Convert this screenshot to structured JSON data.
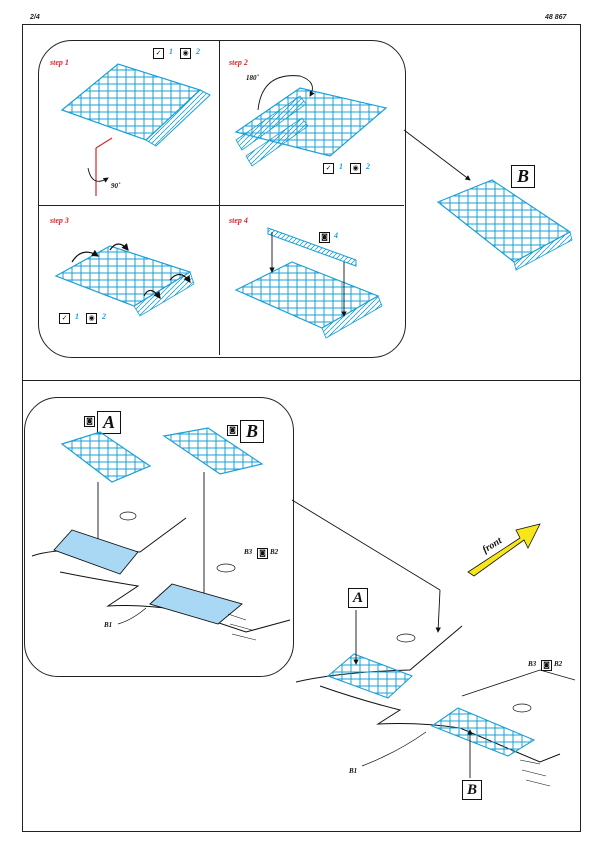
{
  "header": {
    "page_number": "2/4",
    "product_code": "48 867"
  },
  "steps": [
    {
      "label": "step 1"
    },
    {
      "label": "step 2",
      "angle": "180˚"
    },
    {
      "label": "step 3"
    },
    {
      "label": "step 4"
    }
  ],
  "step1_angle": "90˚",
  "icons": {
    "fold": "fold-icon",
    "bend": "bend-icon",
    "glue": "glue-icon"
  },
  "part_numbers": {
    "n1": "1",
    "n2": "2",
    "n4": "4"
  },
  "assembly_labels": {
    "a": "A",
    "b": "B"
  },
  "callouts": {
    "b3": "B3",
    "b2": "B2",
    "b1": "B1"
  },
  "front_label": "front",
  "colors": {
    "etch": "#1aa0d8",
    "step_red": "#d8262c",
    "fill_blue": "#a8d8f4",
    "arrow_yellow": "#f6e61a"
  }
}
